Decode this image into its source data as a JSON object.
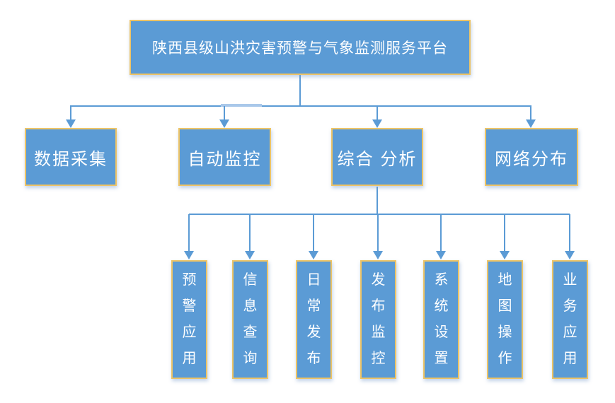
{
  "diagram": {
    "root_label": "陕西县级山洪灾害预警与气象监测服务平台",
    "level2_nodes": [
      "数据采集",
      "自动监控",
      "综合 分析",
      "网络分布"
    ],
    "level3_parent": "综合 分析",
    "level3_nodes": [
      "预警应用",
      "信息查询",
      "日常发布",
      "发布监控",
      "系统设置",
      "地图操作",
      "业务应用"
    ],
    "colors": {
      "box_fill": "#5B9BD5",
      "box_border": "#EDC467",
      "connector": "#5B9BD5",
      "connector_highlight": "#A9C8EA",
      "text": "#FFFFFF",
      "background": "#FFFFFF"
    }
  }
}
